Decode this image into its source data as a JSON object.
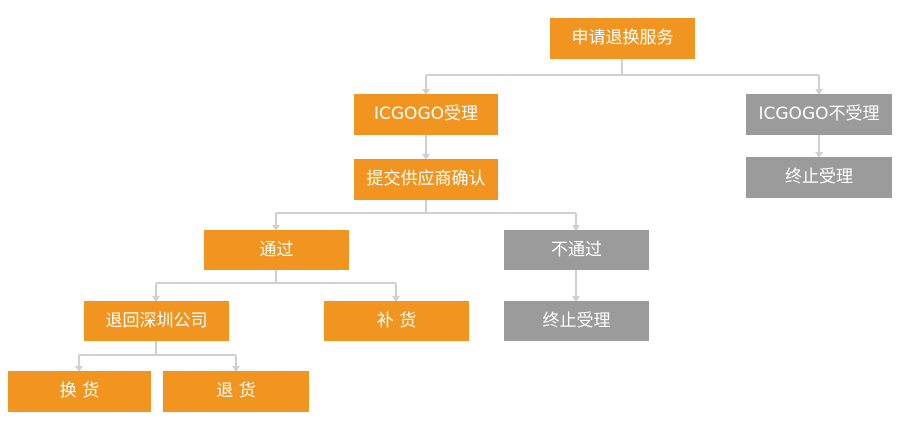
{
  "nodes": {
    "apply": "申请退换服务",
    "accept": "ICGOGO受理",
    "reject": "ICGOGO不受理",
    "terminate_1": "终止受理",
    "submit_supplier": "提交供应商确认",
    "pass": "通过",
    "fail": "不通过",
    "terminate_2": "终止受理",
    "return_shenzhen": "退回深圳公司",
    "supply": "补 货",
    "exchange": "换 货",
    "refund": "退 货"
  },
  "colors": {
    "accent": "#f19420",
    "inactive": "#9b9b9b",
    "connector": "#d0d0d0",
    "text": "#ffffff"
  }
}
